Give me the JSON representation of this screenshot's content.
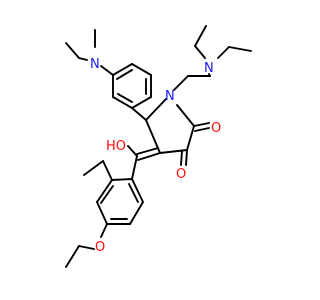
{
  "molecule": {
    "atom_labels": {
      "nme2_n": "N",
      "ring_n": "N",
      "amine_n": "N",
      "hydroxyl": "HO",
      "ketone_o1": "O",
      "ketone_o2": "O",
      "ether_o": "O"
    },
    "colors": {
      "bond": "#000000",
      "nitrogen": "#1c1cff",
      "oxygen": "#ff0d0d",
      "background": "#ffffff"
    }
  }
}
